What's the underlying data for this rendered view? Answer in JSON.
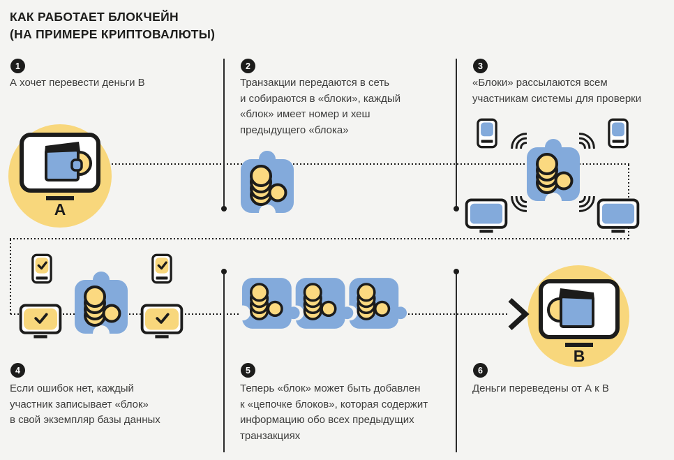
{
  "title": "КАК РАБОТАЕТ БЛОКЧЕЙН\n(НА ПРИМЕРЕ КРИПТОВАЛЮТЫ)",
  "steps": [
    {
      "number": "1",
      "text": "А хочет перевести деньги В"
    },
    {
      "number": "2",
      "text": "Транзакции передаются в сеть\nи собираются в «блоки», каждый\n«блок» имеет номер и хеш\nпредыдущего «блока»"
    },
    {
      "number": "3",
      "text": "«Блоки» рассылаются всем\nучастникам системы для проверки"
    },
    {
      "number": "4",
      "text": "Если ошибок нет, каждый\nучастник записывает «блок»\nв свой экземпляр базы данных"
    },
    {
      "number": "5",
      "text": "Теперь «блок» может быть добавлен\nк «цепочке блоков», которая содержит\nинформацию обо всех предыдущих\nтранзакциях"
    },
    {
      "number": "6",
      "text": "Деньги переведены от А к В"
    }
  ],
  "labels": {
    "sender": "A",
    "receiver": "B"
  },
  "icons": [
    "wallet-monitor",
    "block-puzzle",
    "phone",
    "monitor",
    "wifi-signal",
    "check-phone",
    "check-monitor",
    "blockchain-chain",
    "chevron-arrow"
  ],
  "colors": {
    "background": "#f4f4f2",
    "accent_blue": "#83aadb",
    "accent_yellow": "#f8d77c",
    "coin_yellow": "#fbd980",
    "ink": "#1c1c1b",
    "text": "#3d3d3c"
  }
}
